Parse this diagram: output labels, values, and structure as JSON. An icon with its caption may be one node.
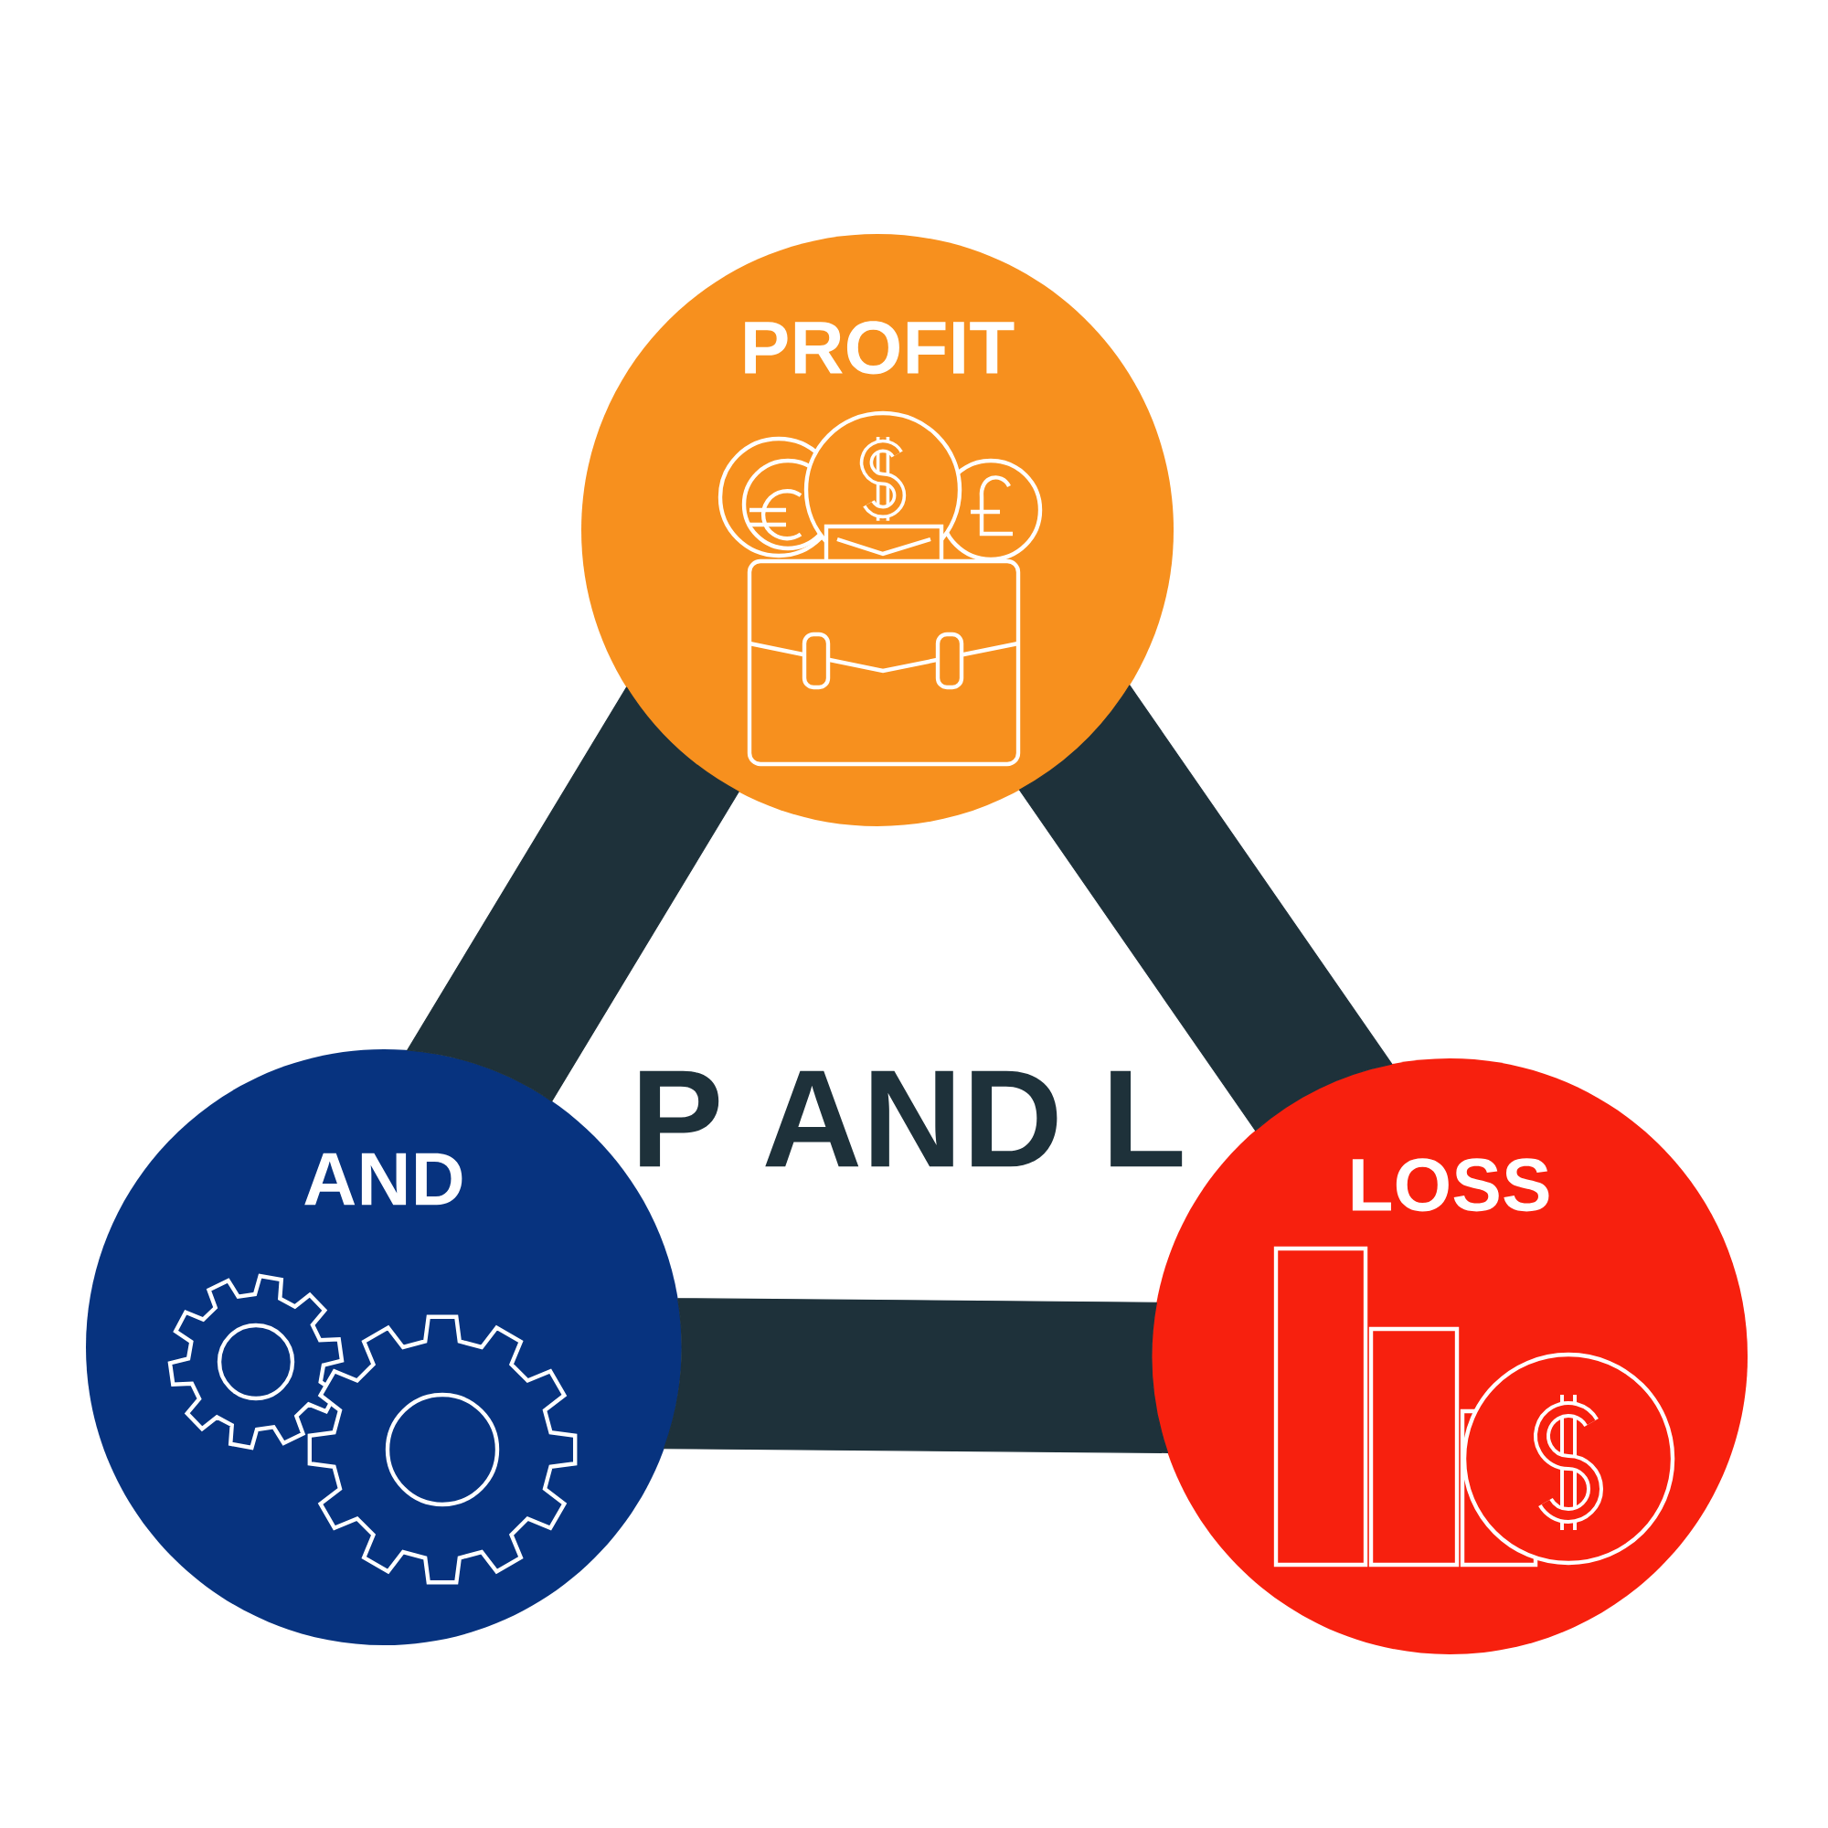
{
  "diagram": {
    "title": "P AND L",
    "nodes": [
      {
        "text": [
          "PROFIT"
        ]
      },
      {
        "text": [
          "AND"
        ]
      },
      {
        "text": [
          "LOSS"
        ]
      }
    ],
    "edges": [
      {
        "from": 0,
        "to": 1,
        "arrow": "none"
      },
      {
        "from": 1,
        "to": 2,
        "arrow": "none"
      },
      {
        "from": 0,
        "to": 2,
        "arrow": "none"
      }
    ]
  }
}
